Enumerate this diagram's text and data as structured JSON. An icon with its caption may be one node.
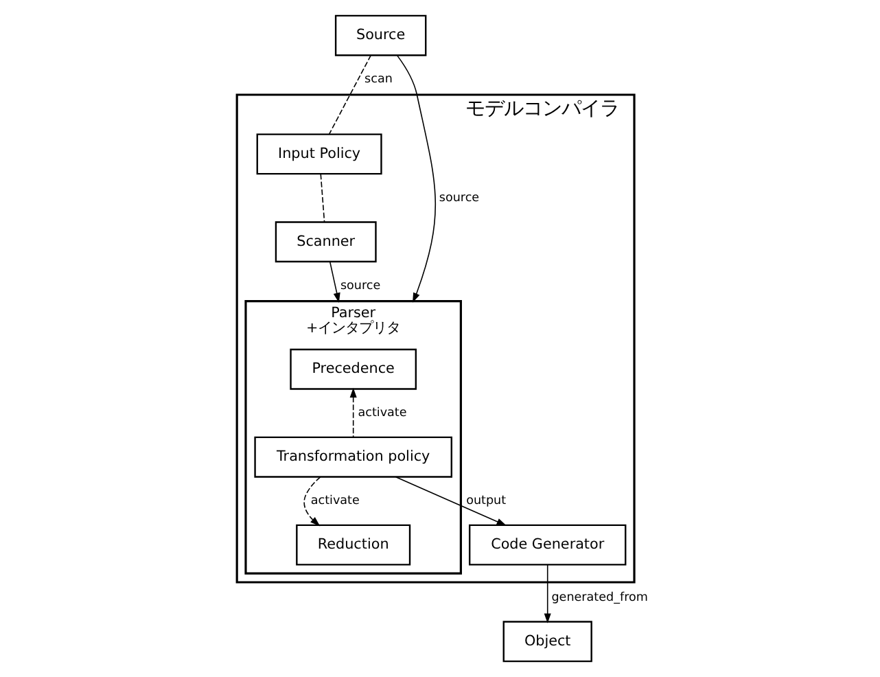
{
  "diagram": {
    "nodes": [
      {
        "text": [
          "Source"
        ]
      },
      {
        "text": [
          "モデルコンパイラ"
        ]
      },
      {
        "text": [
          "Parser",
          "+インタプリタ"
        ],
        "in": 1
      },
      {
        "text": [
          "Precedence"
        ],
        "in": 2
      },
      {
        "text": [
          "Transformation policy"
        ],
        "in": 2
      },
      {
        "text": [
          "Reduction"
        ],
        "in": 2
      },
      {
        "text": [
          "Input Policy"
        ],
        "in": 1
      },
      {
        "text": [
          "Scanner"
        ],
        "in": 1
      },
      {
        "text": [
          "Code Generator"
        ],
        "in": 1
      },
      {
        "text": [
          "Object"
        ]
      }
    ],
    "edges": [
      {
        "from": 0,
        "to": 2,
        "arrow": "to",
        "label": "source"
      },
      {
        "from": 0,
        "to": 6,
        "arrow": "none",
        "label": "scan",
        "style": "dashed"
      },
      {
        "from": 6,
        "to": 7,
        "arrow": "none",
        "style": "dashed"
      },
      {
        "from": 7,
        "to": 2,
        "arrow": "to",
        "label": "source"
      },
      {
        "from": 4,
        "to": 3,
        "arrow": "to",
        "label": "activate",
        "style": "dashed"
      },
      {
        "from": 4,
        "to": 5,
        "arrow": "to",
        "label": "activate",
        "style": "dashed"
      },
      {
        "from": 4,
        "to": 8,
        "arrow": "to",
        "label": "output"
      },
      {
        "from": 8,
        "to": 9,
        "arrow": "to",
        "label": "generated_from"
      }
    ]
  }
}
